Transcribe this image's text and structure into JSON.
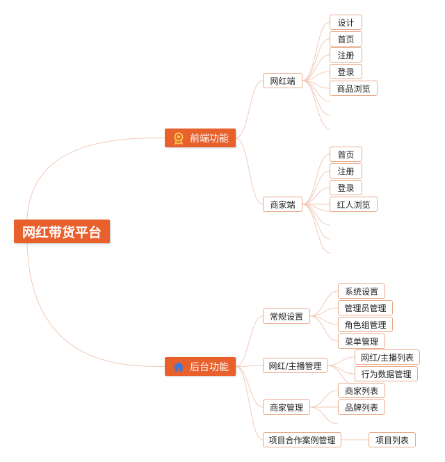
{
  "root": "网红带货平台",
  "frontend": {
    "title": "前端功能",
    "icon": "award-ribbon-icon",
    "influencer": {
      "label": "网红端",
      "items": [
        "设计",
        "首页",
        "注册",
        "登录",
        "商品浏览"
      ]
    },
    "merchant": {
      "label": "商家端",
      "items": [
        "首页",
        "注册",
        "登录",
        "红人浏览"
      ]
    }
  },
  "backend": {
    "title": "后台功能",
    "icon": "house-icon",
    "general": {
      "label": "常规设置",
      "items": [
        "系统设置",
        "管理员管理",
        "角色组管理",
        "菜单管理"
      ]
    },
    "influencer_admin": {
      "label": "网红/主播管理",
      "items": [
        "网红/主播列表",
        "行为数据管理"
      ]
    },
    "merchant_admin": {
      "label": "商家管理",
      "items": [
        "商家列表",
        "品牌列表"
      ]
    },
    "project": {
      "label": "项目合作案例管理",
      "items": [
        "项目列表"
      ]
    }
  },
  "colors": {
    "accent": "#e8602c",
    "node_border": "#e8a98a",
    "line": "#f0c9b6"
  }
}
